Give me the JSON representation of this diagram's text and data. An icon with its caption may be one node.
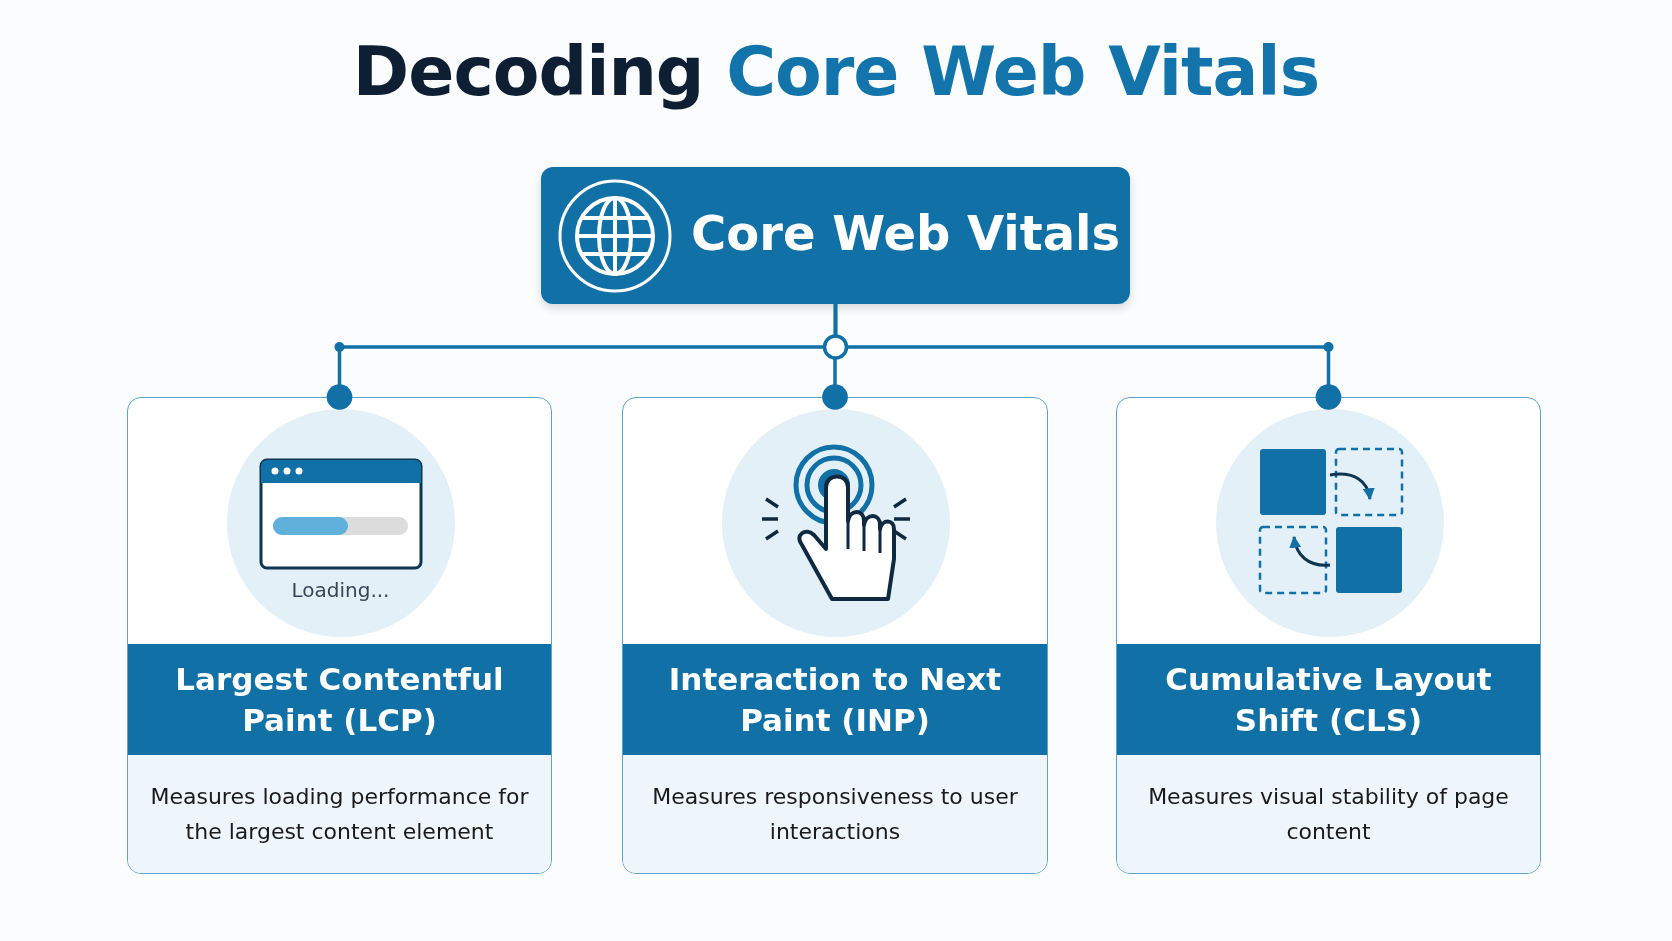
{
  "diagram": {
    "title": "Decoding Core Web Vitals",
    "nodes": [
      {
        "text": [
          "Core Web Vitals"
        ]
      },
      {
        "text": [
          "Largest Contentful Paint (LCP)",
          "Measures loading performance for the largest content element"
        ]
      },
      {
        "text": [
          "Interaction to Next Paint (INP)",
          "Measures responsiveness to user interactions"
        ]
      },
      {
        "text": [
          "Cumulative Layout Shift (CLS)",
          "Measures visual stability of page content"
        ]
      }
    ],
    "edges": [
      {
        "from": 0,
        "to": 1,
        "arrow": "other"
      },
      {
        "from": 0,
        "to": 2,
        "arrow": "other"
      },
      {
        "from": 0,
        "to": 3,
        "arrow": "other"
      }
    ],
    "labels": [
      "Loading..."
    ]
  }
}
